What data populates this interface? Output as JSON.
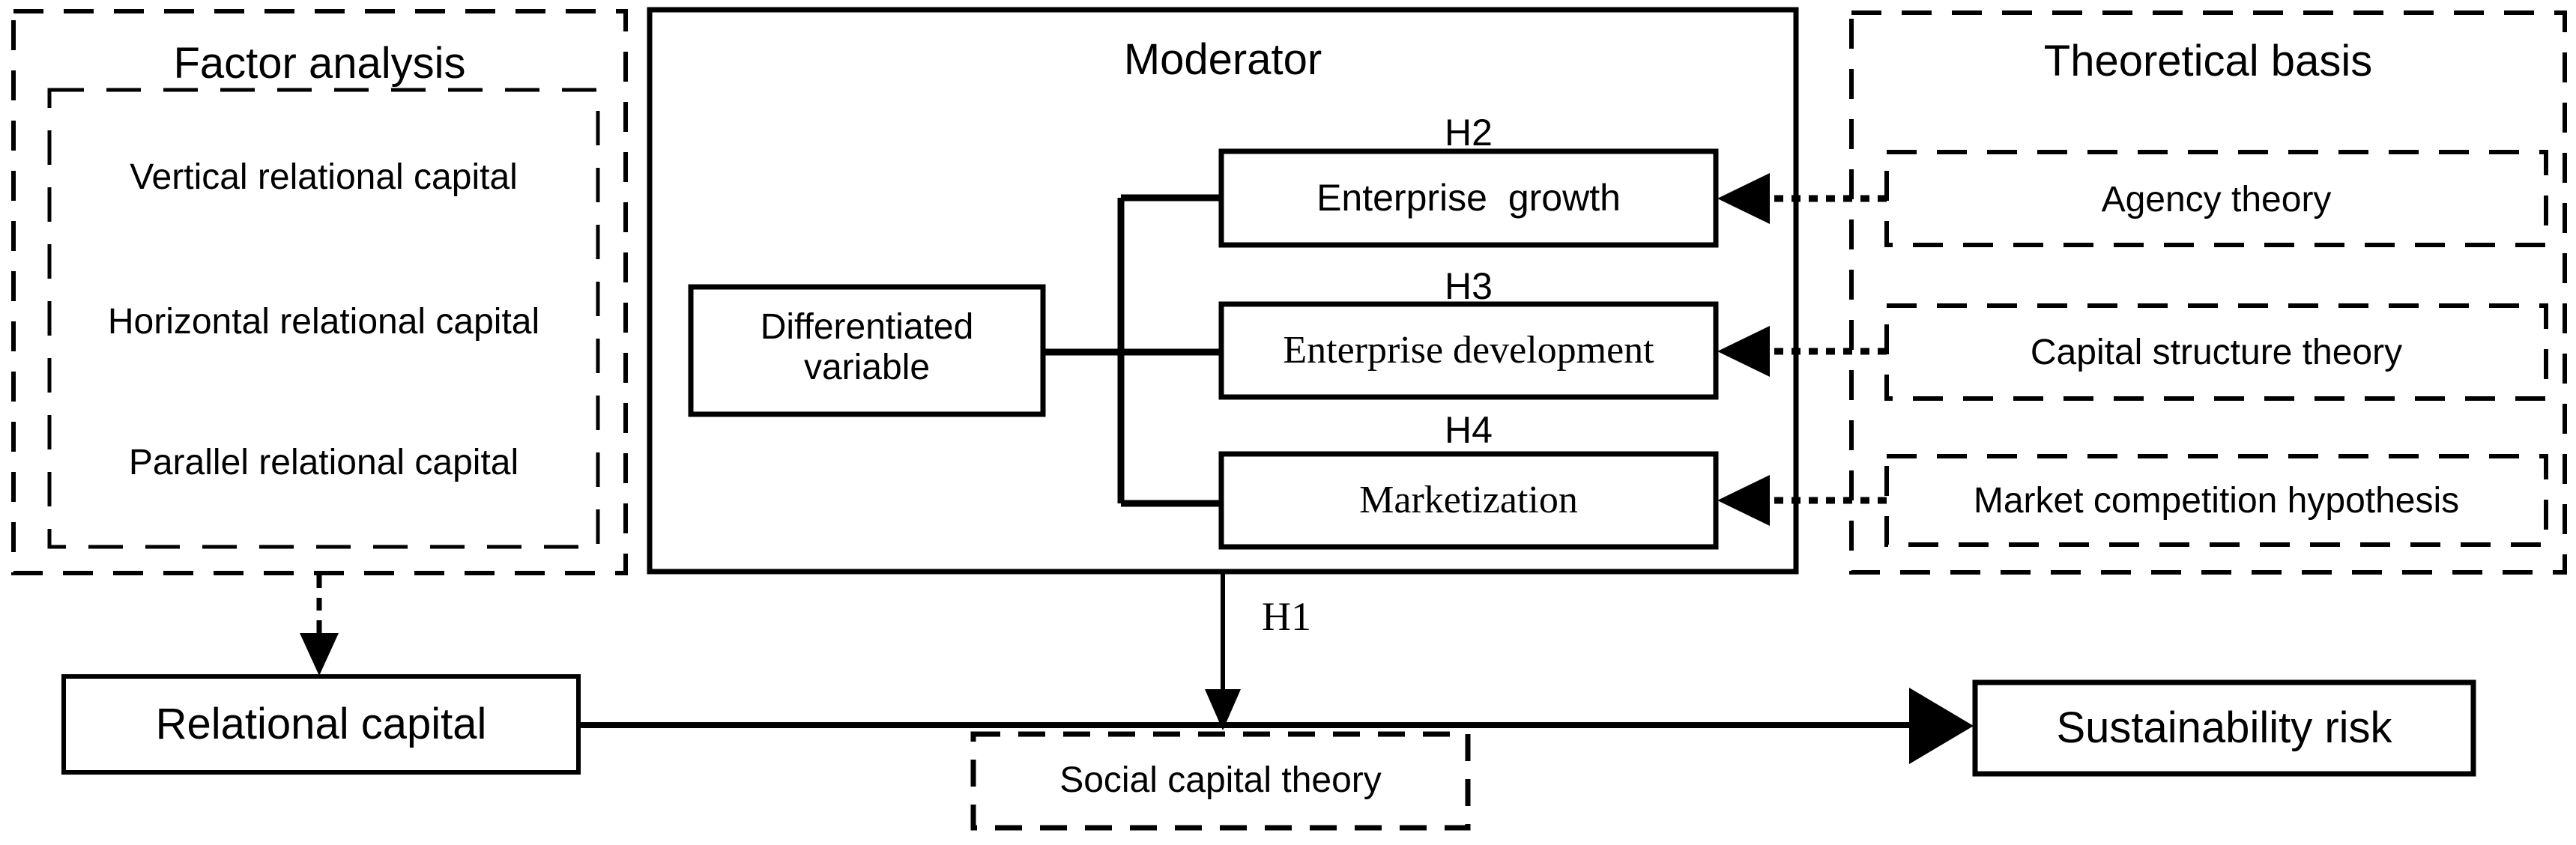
{
  "figure": {
    "background_color": "#ffffff",
    "stroke_color": "#000000",
    "factor_analysis": {
      "title": "Factor analysis",
      "items": [
        "Vertical relational capital",
        "Horizontal relational capital",
        "Parallel relational capital"
      ]
    },
    "moderator": {
      "title": "Moderator",
      "source_box": "Differentiated variable",
      "h_boxes": [
        {
          "hypothesis": "H2",
          "label": "Enterprise growth"
        },
        {
          "hypothesis": "H3",
          "label": "Enterprise development"
        },
        {
          "hypothesis": "H4",
          "label": "Marketization"
        }
      ]
    },
    "theoretical_basis": {
      "title": "Theoretical basis",
      "items": [
        "Agency theory",
        "Capital structure theory",
        "Market competition hypothesis"
      ]
    },
    "main_path": {
      "hypothesis": "H1",
      "independent": "Relational capital",
      "mediating_theory": "Social capital theory",
      "dependent": "Sustainability risk"
    }
  }
}
